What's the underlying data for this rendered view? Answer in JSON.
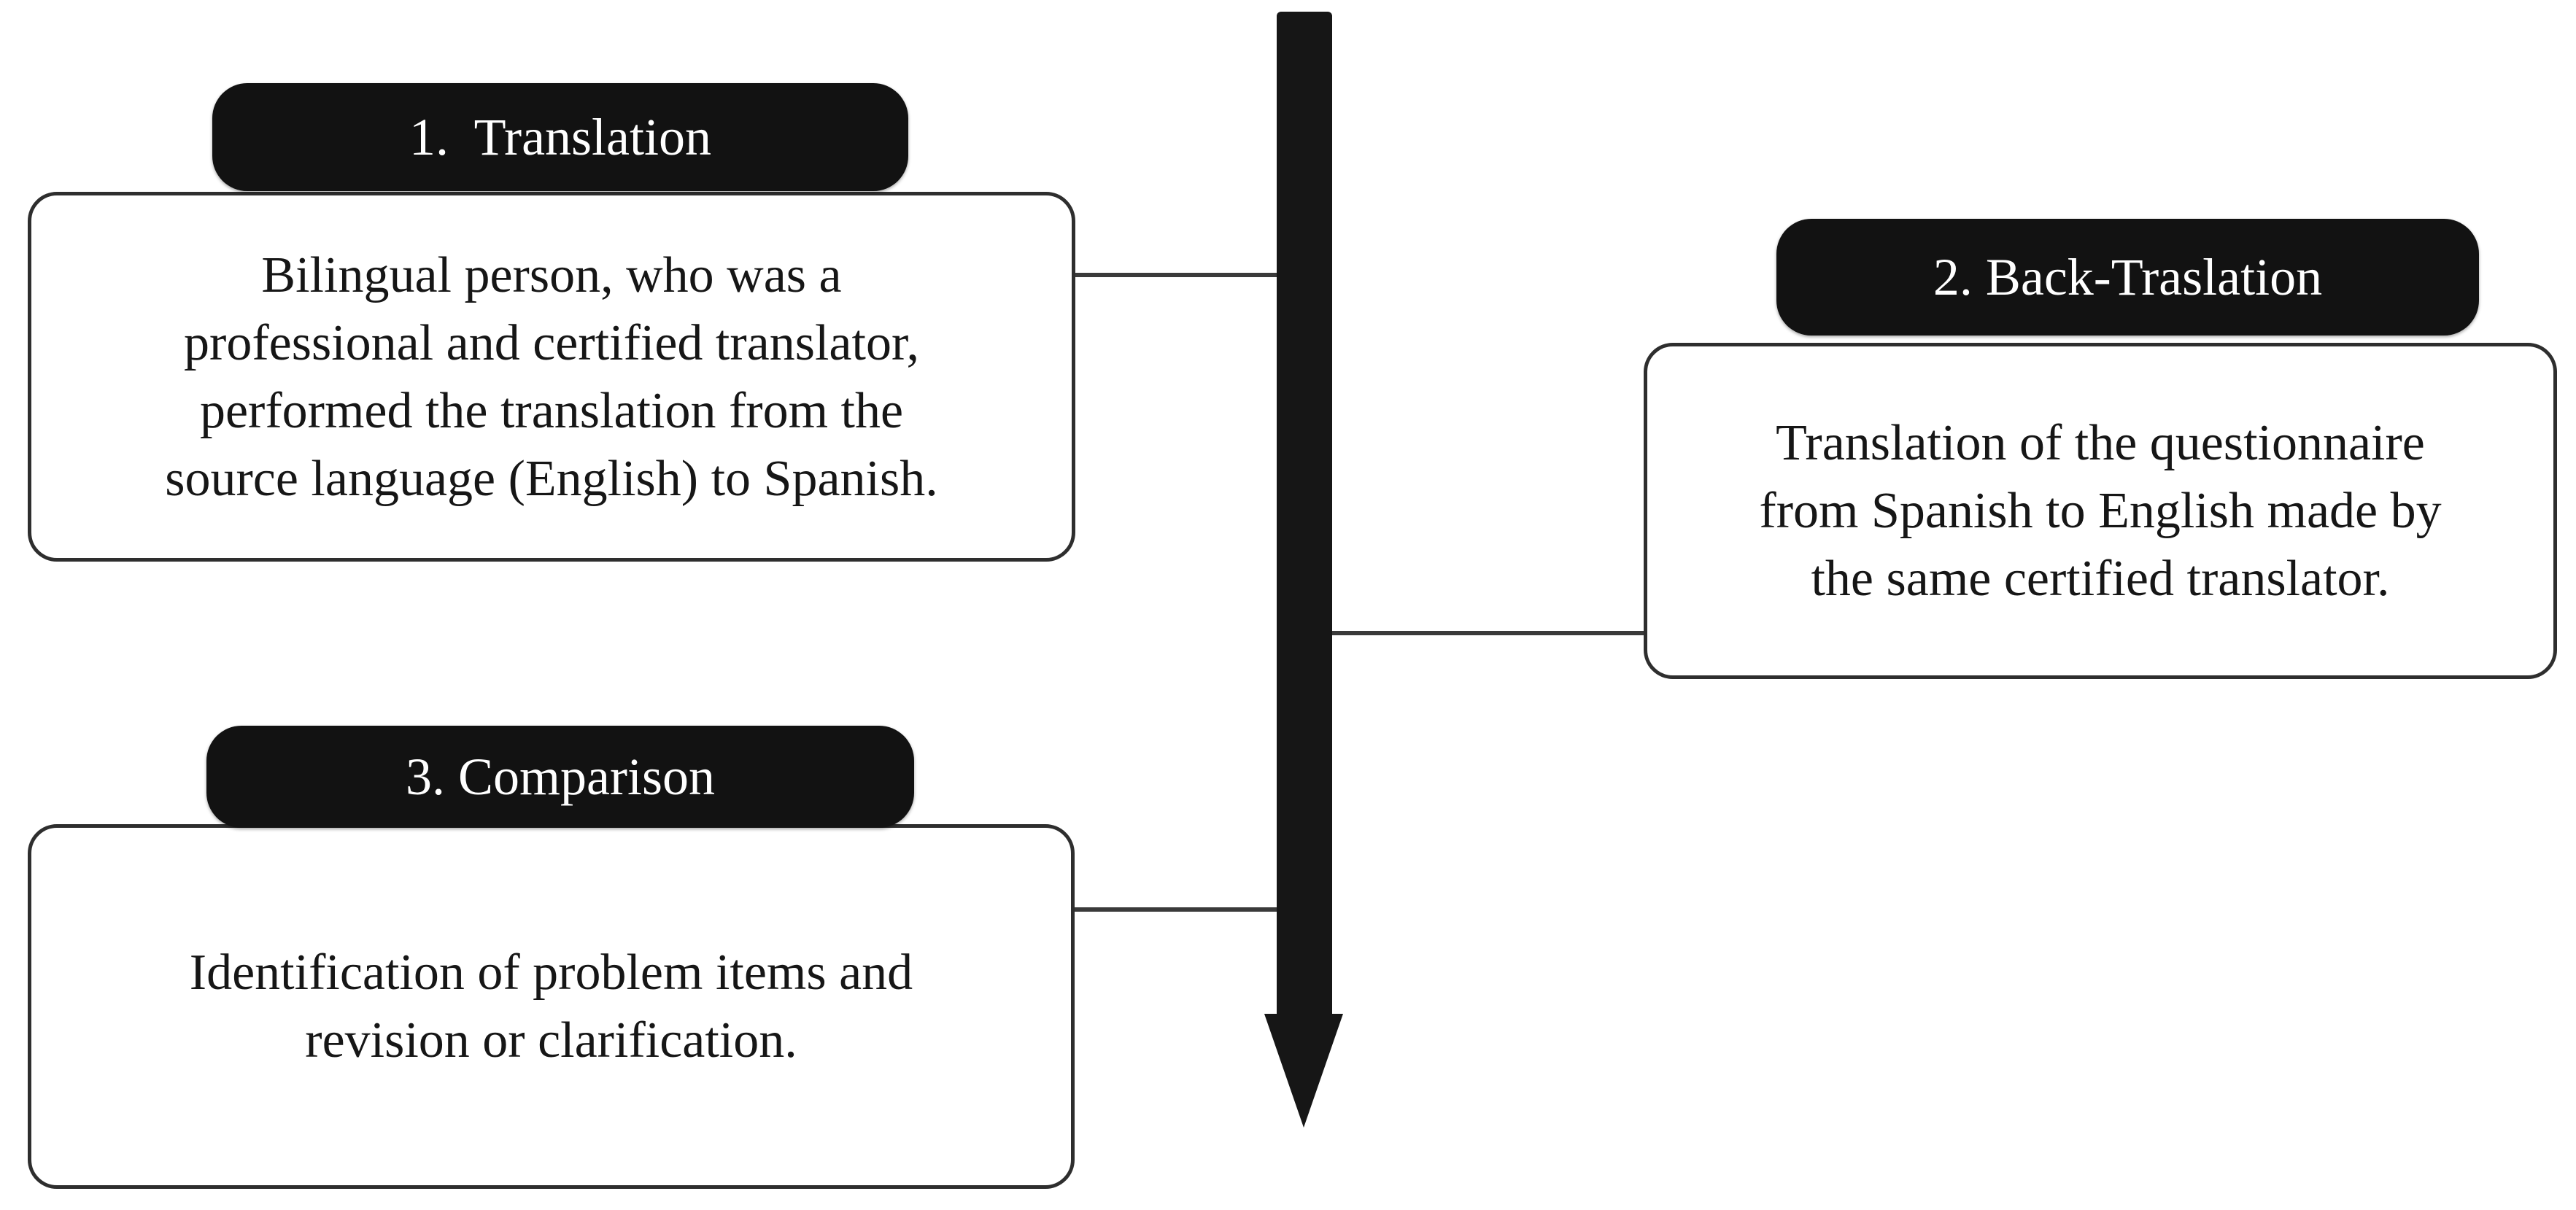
{
  "diagram": {
    "background_color": "#ffffff",
    "badge_color": "#121212",
    "badge_text_color": "#ffffff",
    "box_border_color": "#2e2e2e",
    "connector_color": "#3a3a3a",
    "arrow": {
      "direction": "down",
      "color": "#161616"
    },
    "steps": [
      {
        "title": "1.  Translation",
        "lines": [
          "Bilingual person, who was a",
          "professional and certified translator,",
          "performed the translation from the",
          "source language (English) to Spanish."
        ]
      },
      {
        "title": "2. Back-Traslation",
        "lines": [
          "Translation of the questionnaire",
          "from Spanish to English made by",
          "the same certified translator."
        ]
      },
      {
        "title": "3. Comparison",
        "lines": [
          "Identification of problem items and",
          "revision or clarification."
        ]
      }
    ]
  }
}
